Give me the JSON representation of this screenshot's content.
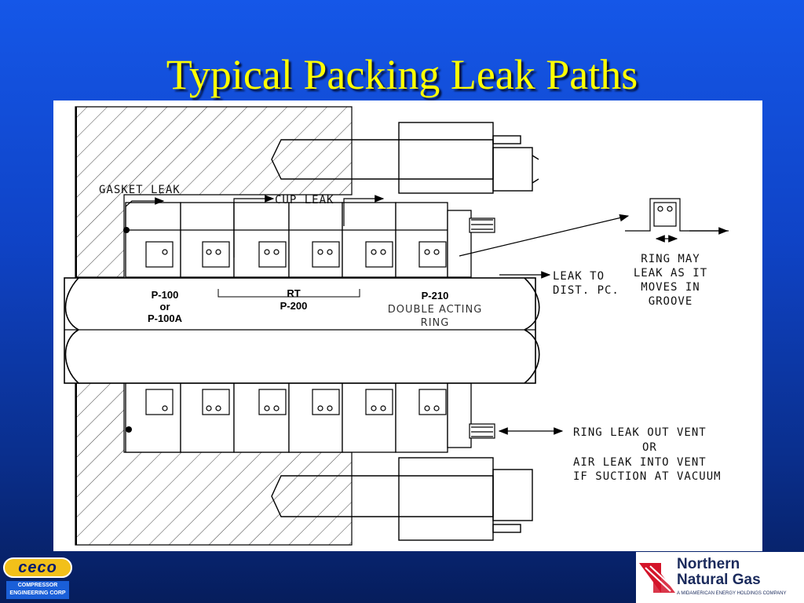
{
  "slide": {
    "title": "Typical Packing Leak Paths"
  },
  "diagram": {
    "labels": {
      "gasket_leak": "GASKET LEAK",
      "cup_leak": "CUP LEAK",
      "p100_line1": "P-100",
      "p100_line2": "or",
      "p100_line3": "P-100A",
      "rt_line1": "RT",
      "rt_line2": "P-200",
      "p210": "P-210",
      "double_acting_line1": "DOUBLE ACTING",
      "double_acting_line2": "RING",
      "leak_to_line1": "LEAK TO",
      "leak_to_line2": "DIST. PC.",
      "ring_may_line1": "RING MAY",
      "ring_may_line2": "LEAK AS IT",
      "ring_may_line3": "MOVES IN",
      "ring_may_line4": "GROOVE",
      "vent_line1": "RING LEAK OUT VENT",
      "vent_line2": "OR",
      "vent_line3": "AIR LEAK INTO VENT",
      "vent_line4": "IF SUCTION AT VACUUM"
    }
  },
  "logos": {
    "ceco_word": "ceco",
    "ceco_sub_line1": "COMPRESSOR",
    "ceco_sub_line2": "ENGINEERING CORP",
    "nng_line1": "Northern",
    "nng_line2": "Natural Gas",
    "nng_tagline": "A MIDAMERICAN ENERGY HOLDINGS COMPANY"
  },
  "colors": {
    "title": "#ffff00",
    "nng_red": "#d4142a",
    "ceco_yellow": "#f2c01a"
  }
}
